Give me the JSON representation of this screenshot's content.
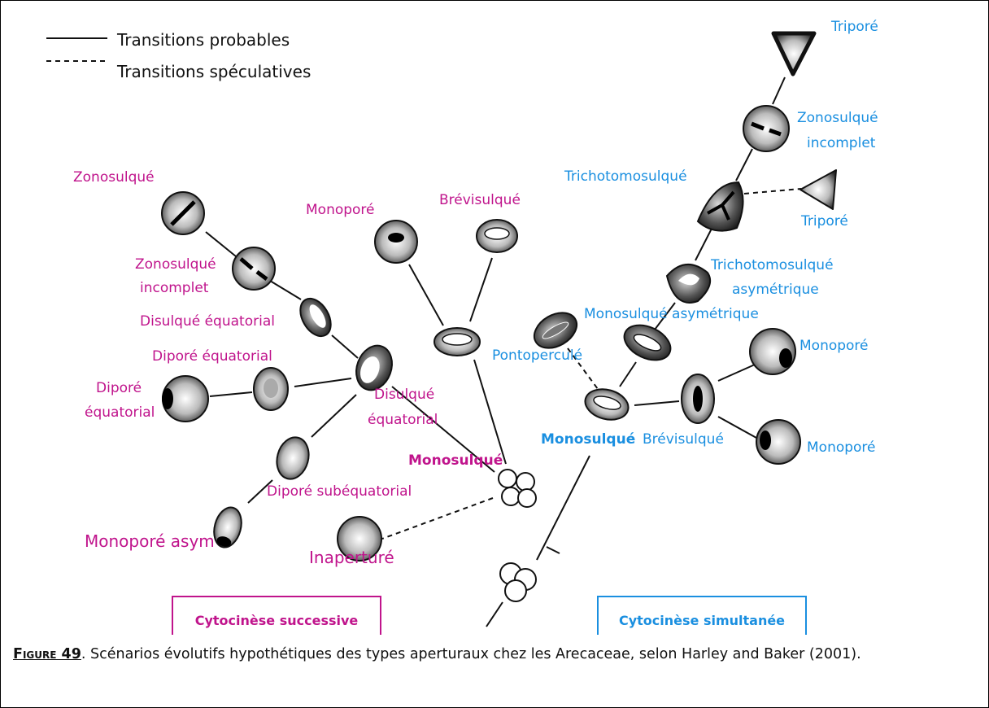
{
  "legend": {
    "probable": "Transitions probables",
    "speculative": "Transitions spéculatives"
  },
  "colors": {
    "successive": "#c0148c",
    "simultaneous": "#1a8fe0",
    "line": "#111111"
  },
  "boxes": {
    "successive": "Cytocinèse successive",
    "simultaneous": "Cytocinèse simultanée"
  },
  "labels_successive": {
    "zonosulque": "Zonosulqué",
    "zonosulque_incomplet_1": "Zonosulqué",
    "zonosulque_incomplet_2": "incomplet",
    "disulque_eq_top": "Disulqué équatorial",
    "dipore_eq_mid": "Diporé équatorial",
    "dipore_eq_left_1": "Diporé",
    "dipore_eq_left_2": "équatorial",
    "disulque_eq_center_1": "Disulqué",
    "disulque_eq_center_2": "équatorial",
    "dipore_subeq": "Diporé subéquatorial",
    "monopore_asym": "Monoporé asym",
    "inaperture": "Inaperturé",
    "monopore": "Monoporé",
    "brevisulque": "Brévisulqué",
    "monosulque": "Monosulqué"
  },
  "labels_simultaneous": {
    "tripore_top": "Triporé",
    "zonosulque_incomplet_1": "Zonosulqué",
    "zonosulque_incomplet_2": "incomplet",
    "trichotomosulque": "Trichotomosulqué",
    "tripore_mid": "Triporé",
    "tricho_asym_1": "Trichotomosulqué",
    "tricho_asym_2": "asymétrique",
    "monosulque_asym": "Monosulqué asymétrique",
    "pontoperculé": "Pontoperculé",
    "monopore_top": "Monoporé",
    "monosulque": "Monosulqué",
    "brevisulque": "Brévisulqué",
    "monopore_bottom": "Monoporé"
  },
  "caption": {
    "figure": "Figure 49",
    "text": ". Scénarios évolutifs hypothétiques des types aperturaux chez les Arecaceae, selon Harley and Baker (2001)."
  }
}
